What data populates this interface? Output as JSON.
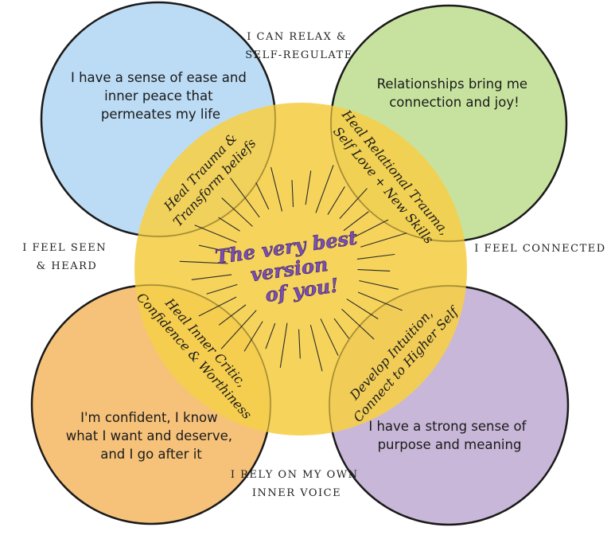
{
  "colors": {
    "blue": "#bcdcf5",
    "green": "#c7e29e",
    "orange": "#f6c27a",
    "purple": "#c8b7d8",
    "center": "#f5cf4a",
    "outline": "#1a1a1a",
    "center_text": "#7b4fb0"
  },
  "circles": {
    "top_left": {
      "lines": [
        "I have a sense of ease and",
        "inner peace that",
        "permeates my life"
      ]
    },
    "top_right": {
      "lines": [
        "Relationships bring me",
        "connection and joy!"
      ]
    },
    "bottom_left": {
      "lines": [
        "I'm confident, I know",
        "what I want and deserve,",
        "and I go after it"
      ]
    },
    "bottom_right": {
      "lines": [
        "I have a strong sense of",
        "purpose and meaning"
      ]
    }
  },
  "outer_labels": {
    "top": [
      "I CAN RELAX &",
      "SELF-REGULATE"
    ],
    "left": [
      "I FEEL SEEN",
      "& HEARD"
    ],
    "right": [
      "I FEEL CONNECTED"
    ],
    "bottom": [
      "I RELY ON MY OWN",
      "INNER VOICE"
    ]
  },
  "overlaps": {
    "top_left": [
      "Heal Trauma &",
      "Transform beliefs"
    ],
    "top_right": [
      "Heal Relational Trauma,",
      "Self Love + New Skills"
    ],
    "bottom_left": [
      "Heal Inner Critic,",
      "Confidence & Worthiness"
    ],
    "bottom_right": [
      "Develop Intuition,",
      "Connect to Higher Self"
    ]
  },
  "center": {
    "lines": [
      "The very best",
      "version",
      "of you!"
    ]
  }
}
